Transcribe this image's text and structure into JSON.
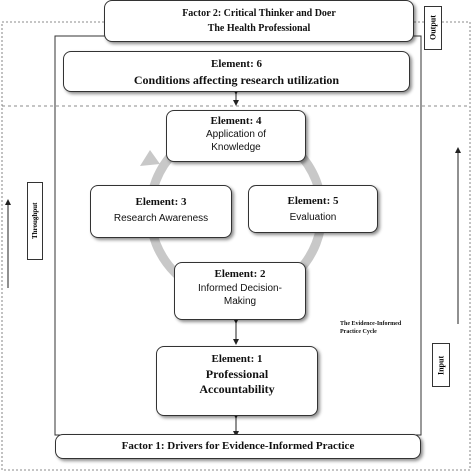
{
  "factor2": {
    "line1": "Factor 2: Critical Thinker and Doer",
    "line2": "The Health Professional"
  },
  "factor1": {
    "label": "Factor 1: Drivers for Evidence-Informed Practice"
  },
  "element6": {
    "heading": "Element: 6",
    "body": "Conditions affecting research utilization"
  },
  "element4": {
    "heading": "Element: 4",
    "body1": "Application of",
    "body2": "Knowledge"
  },
  "element3": {
    "heading": "Element: 3",
    "body": "Research Awareness"
  },
  "element5": {
    "heading": "Element: 5",
    "body": "Evaluation"
  },
  "element2": {
    "heading": "Element: 2",
    "body1": "Informed Decision-",
    "body2": "Making"
  },
  "element1": {
    "heading": "Element: 1",
    "body1": "Professional",
    "body2": "Accountability"
  },
  "side_labels": {
    "output": "Output",
    "input": "Input",
    "throughput": "Throughput"
  },
  "cycle_caption": {
    "line1": "The Evidence-Informed",
    "line2": "Practice Cycle"
  }
}
